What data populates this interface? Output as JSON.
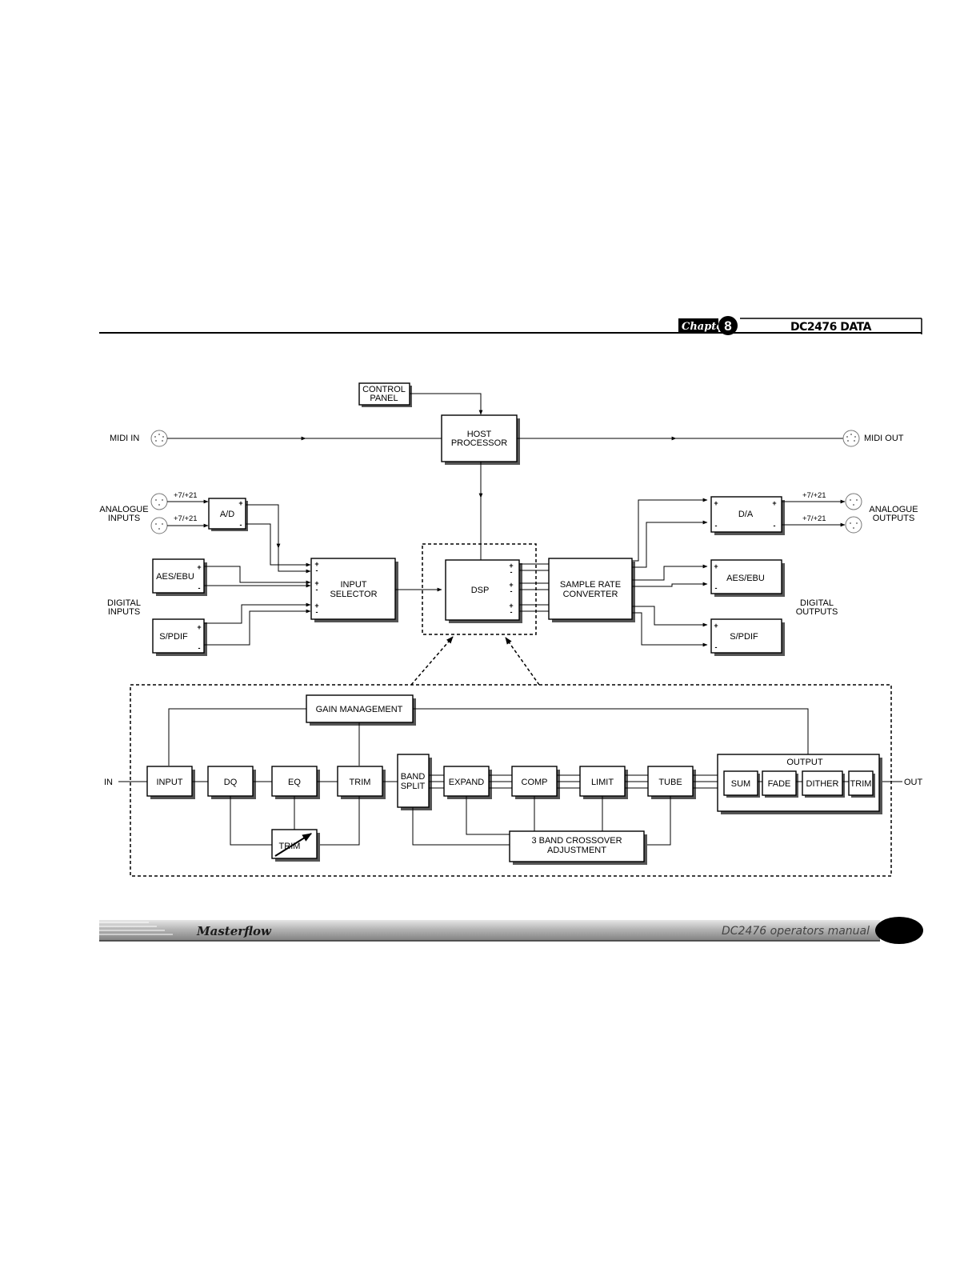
{
  "header": {
    "chapter_label": "Chapter",
    "chapter_number": "8",
    "section_title": "DC2476 DATA"
  },
  "diagram": {
    "control_panel": [
      "CONTROL",
      "PANEL"
    ],
    "host_processor": [
      "HOST",
      "PROCESSOR"
    ],
    "midi_in": "MIDI IN",
    "midi_out": "MIDI OUT",
    "analogue_inputs": [
      "ANALOGUE",
      "INPUTS"
    ],
    "analogue_outputs": [
      "ANALOGUE",
      "OUTPUTS"
    ],
    "level_in_1": "+7/+21",
    "level_in_2": "+7/+21",
    "level_out_1": "+7/+21",
    "level_out_2": "+7/+21",
    "ad": "A/D",
    "da": "D/A",
    "aes_ebu_in": "AES/EBU",
    "spdif_in": "S/PDIF",
    "aes_ebu_out": "AES/EBU",
    "spdif_out": "S/PDIF",
    "digital_inputs": [
      "DIGITAL",
      "INPUTS"
    ],
    "digital_outputs": [
      "DIGITAL",
      "OUTPUTS"
    ],
    "input_selector": [
      "INPUT",
      "SELECTOR"
    ],
    "dsp": "DSP",
    "src": [
      "SAMPLE RATE",
      "CONVERTER"
    ],
    "plus": "+",
    "minus": "-"
  },
  "signal_chain": {
    "gain_management": "GAIN MANAGEMENT",
    "in": "IN",
    "out": "OUT",
    "input": "INPUT",
    "dq": "DQ",
    "eq": "EQ",
    "trim": "TRIM",
    "trim_var": "TRIM",
    "band_split": [
      "BAND",
      "SPLIT"
    ],
    "expand": "EXPAND",
    "comp": "COMP",
    "limit": "LIMIT",
    "tube": "TUBE",
    "crossover": [
      "3 BAND CROSSOVER",
      "ADJUSTMENT"
    ],
    "output": "OUTPUT",
    "sum": "SUM",
    "fade": "FADE",
    "dither": "DITHER",
    "out_trim": "TRIM"
  },
  "footer": {
    "brand": "Masterflow",
    "manual": "DC2476 operators manual"
  }
}
